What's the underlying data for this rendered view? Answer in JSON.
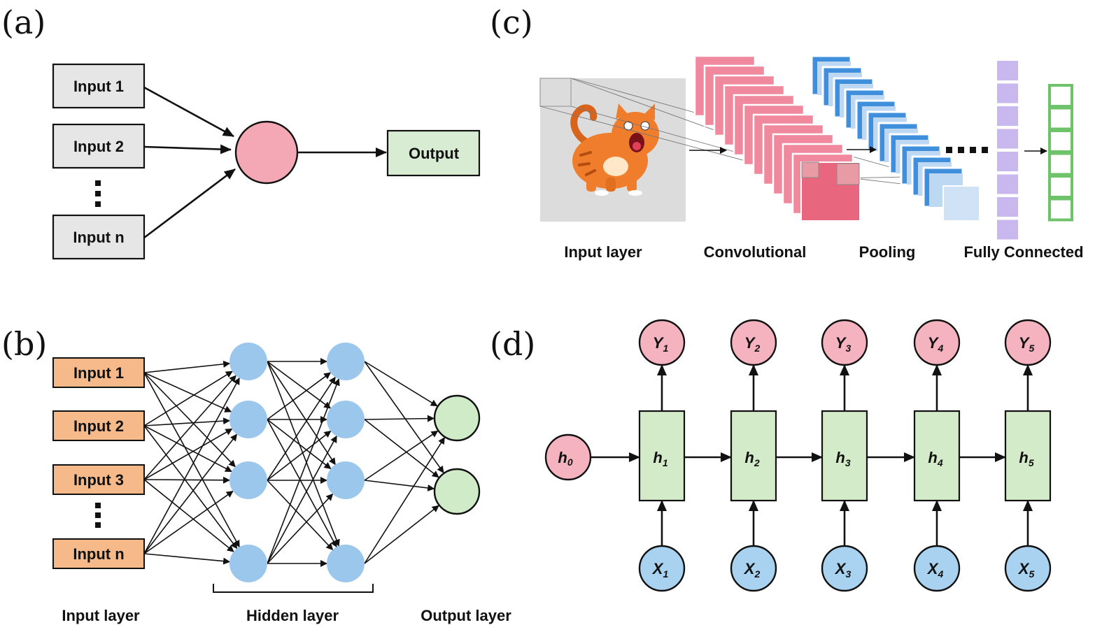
{
  "panels": {
    "a": {
      "label": "(a)",
      "inputs": [
        "Input 1",
        "Input 2",
        "Input n"
      ],
      "output": "Output",
      "colors": {
        "input_fill": "#e6e6e6",
        "neuron_fill": "#f4a7b5",
        "output_fill": "#d8ecd3"
      }
    },
    "b": {
      "label": "(b)",
      "inputs": [
        "Input 1",
        "Input 2",
        "Input 3",
        "Input n"
      ],
      "captions": {
        "input": "Input layer",
        "hidden": "Hidden layer",
        "output": "Output layer"
      },
      "hidden_layers": 2,
      "nodes_per_hidden_layer": 4,
      "output_nodes": 2,
      "colors": {
        "input_fill": "#f5b98a",
        "hidden_fill": "#9cc7ec",
        "output_fill": "#d0ebc8"
      }
    },
    "c": {
      "label": "(c)",
      "captions": {
        "input": "Input layer",
        "conv": "Convolutional",
        "pool": "Pooling",
        "fc": "Fully Connected"
      },
      "colors": {
        "conv": "#f0899e",
        "pool": "#3f8fdd",
        "fc1": "#c8b8ee",
        "fc2": "#6ec36a"
      },
      "image_icon": "cat-icon"
    },
    "d": {
      "label": "(d)",
      "h0": {
        "main": "h",
        "sub": "0"
      },
      "steps": [
        {
          "y": "Y",
          "y_sub": "1",
          "h": "h",
          "h_sub": "1",
          "x": "X",
          "x_sub": "1"
        },
        {
          "y": "Y",
          "y_sub": "2",
          "h": "h",
          "h_sub": "2",
          "x": "X",
          "x_sub": "2"
        },
        {
          "y": "Y",
          "y_sub": "3",
          "h": "h",
          "h_sub": "3",
          "x": "X",
          "x_sub": "3"
        },
        {
          "y": "Y",
          "y_sub": "4",
          "h": "h",
          "h_sub": "4",
          "x": "X",
          "x_sub": "4"
        },
        {
          "y": "Y",
          "y_sub": "5",
          "h": "h",
          "h_sub": "5",
          "x": "X",
          "x_sub": "5"
        }
      ],
      "colors": {
        "y_fill": "#f5b3bf",
        "h_fill": "#d4ebc9",
        "x_fill": "#a8d2ef"
      }
    }
  }
}
